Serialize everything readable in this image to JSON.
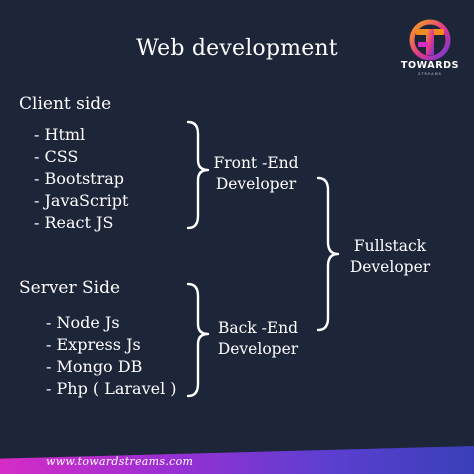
{
  "title": "Web development",
  "logo": {
    "name": "TOWARDS",
    "sub": "STREAMS"
  },
  "client": {
    "heading": "Client side",
    "items": [
      "- Html",
      "- CSS",
      "- Bootstrap",
      "- JavaScript",
      "- React JS"
    ]
  },
  "server": {
    "heading": "Server Side",
    "items": [
      "- Node Js",
      "- Express  Js",
      "- Mongo DB",
      "- Php ( Laravel )"
    ]
  },
  "frontend": {
    "line1": "Front -End",
    "line2": "Developer"
  },
  "backend": {
    "line1": "Back -End",
    "line2": "Developer"
  },
  "fullstack": {
    "line1": "Fullstack",
    "line2": "Developer"
  },
  "footer": {
    "url": "www.towardstreams.com"
  },
  "colors": {
    "background": "#1d2539",
    "text": "#ffffff",
    "accent_pink": "#d62cc6",
    "accent_purple": "#5b3fd0",
    "logo_orange": "#f28a1f"
  }
}
